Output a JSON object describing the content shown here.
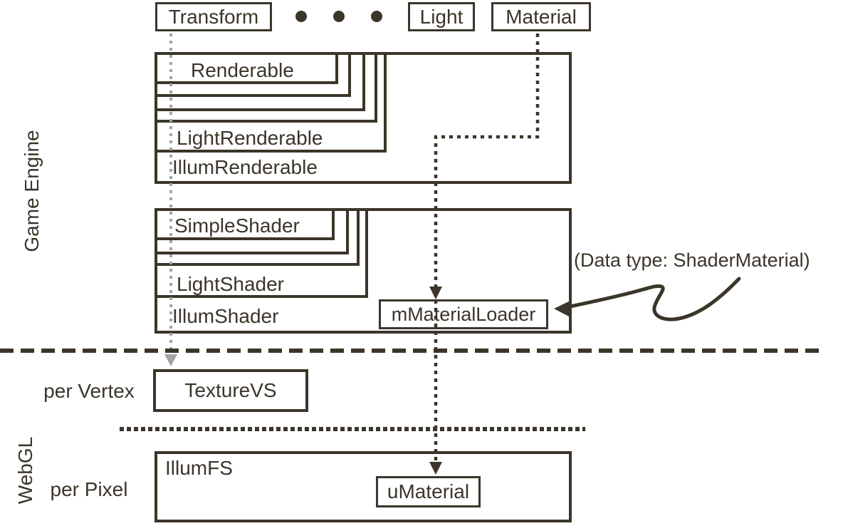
{
  "colors": {
    "line": "#3b352a",
    "gray": "#a3a3a3",
    "background": "#ffffff"
  },
  "top_row": {
    "transform_label": "Transform",
    "light_label": "Light",
    "material_label": "Material"
  },
  "sections": {
    "game_engine_label": "Game Engine",
    "webgl_label": "WebGL"
  },
  "renderable_group": {
    "inner_label": "Renderable",
    "light_label": "LightRenderable",
    "outer_label": "IllumRenderable"
  },
  "shader_group": {
    "inner_label": "SimpleShader",
    "light_label": "LightShader",
    "outer_label": "IllumShader",
    "material_loader_label": "mMaterialLoader"
  },
  "annotation": {
    "label": "(Data type: ShaderMaterial)"
  },
  "webgl_row": {
    "per_vertex_label": "per Vertex",
    "texture_vs_label": "TextureVS",
    "per_pixel_label": "per Pixel",
    "illum_fs_label": "IllumFS",
    "u_material_label": "uMaterial"
  }
}
